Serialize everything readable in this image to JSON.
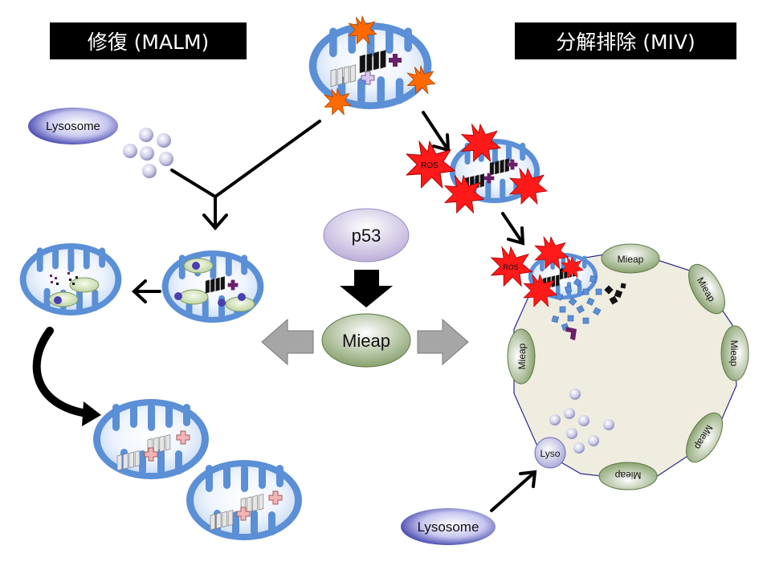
{
  "titles": {
    "left": "修復 (MALM)",
    "right": "分解排除 (MIV)"
  },
  "labels": {
    "lysosome_top": "Lysosome",
    "lysosome_bottom": "Lysosome",
    "p53": "p53",
    "mieap_center": "Mieap",
    "ros": "ROS",
    "lyso": "Lyso",
    "mieap_vacuole": "Mieap"
  },
  "colors": {
    "mito_blue": "#5b8fd6",
    "mito_light": "#d8e6fa",
    "ros_red": "#ff1a1a",
    "spark_orange": "#ff6a00",
    "mieap_green": "#7f9a62",
    "vacuole_fill": "#efece0",
    "lysosome_purple": "#8c8cd6",
    "arrow_gray": "#a6a6a6"
  }
}
